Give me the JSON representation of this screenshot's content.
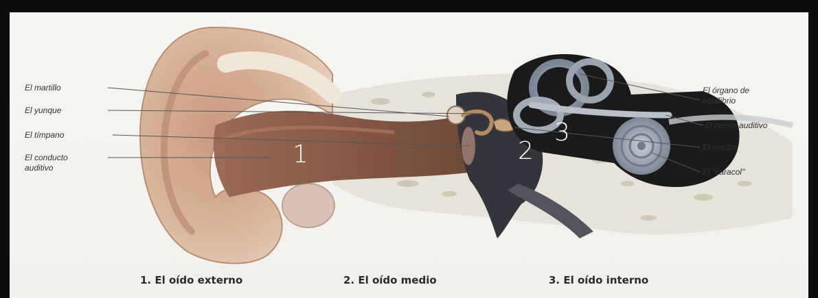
{
  "labels": {
    "left": {
      "martillo": "El martillo",
      "yunque": "El yunque",
      "timpano": "El tímpano",
      "conducto": "El conducto\nauditivo"
    },
    "right": {
      "organo": "El órgano de\nequilibrio",
      "nervio": "El nervio auditivo",
      "estribo": "El estribo",
      "caracol": "El \"caracol\""
    }
  },
  "region_numbers": [
    "1",
    "2",
    "3"
  ],
  "captions": [
    "1. El oído externo",
    "2. El oído medio",
    "3. El oído interno"
  ],
  "colors": {
    "skin": "#d9b59a",
    "canal": "#8a5a45",
    "middle_ear": "#3a3a44",
    "inner_ear": "#8e9aa6",
    "background": "#f3f2ee"
  }
}
